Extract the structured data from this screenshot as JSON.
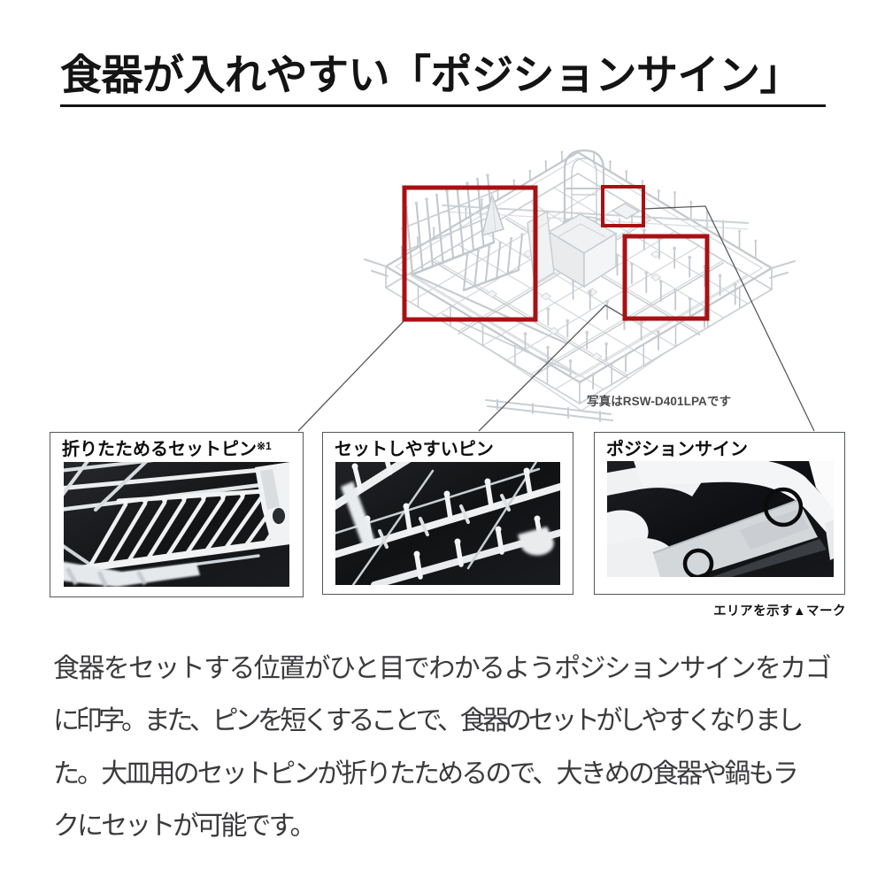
{
  "title": {
    "text": "食器が入れやすい「ポジションサイン」"
  },
  "illustration": {
    "name": "dishwasher-basket-line-drawing",
    "caption": "写真はRSW-D401LPAです",
    "highlights": [
      {
        "name": "folding-set-pin-area"
      },
      {
        "name": "position-sign-mark-area"
      },
      {
        "name": "easy-set-pin-area"
      }
    ]
  },
  "panels": [
    {
      "label": "折りたためるセットピン",
      "note": "※1"
    },
    {
      "label": "セットしやすいピン",
      "note": ""
    },
    {
      "label": "ポジションサイン",
      "note": ""
    }
  ],
  "area_note": "エリアを示す▲マーク",
  "body": {
    "lines": [
      "食器をセットする位置がひと目でわかるようポジションサインをカゴ",
      "に印字。また、ピンを短くすることで、食器のセットがしやすくなりまし",
      "た。大皿用のセットピンが折りたためるので、大きめの食器や鍋もラ",
      "クにセットが可能です。"
    ]
  },
  "colors": {
    "highlight": "#a81114",
    "drawing_line": "#c6cbd0",
    "photo_bg": "#15171a",
    "connector": "#5a5a5a"
  }
}
